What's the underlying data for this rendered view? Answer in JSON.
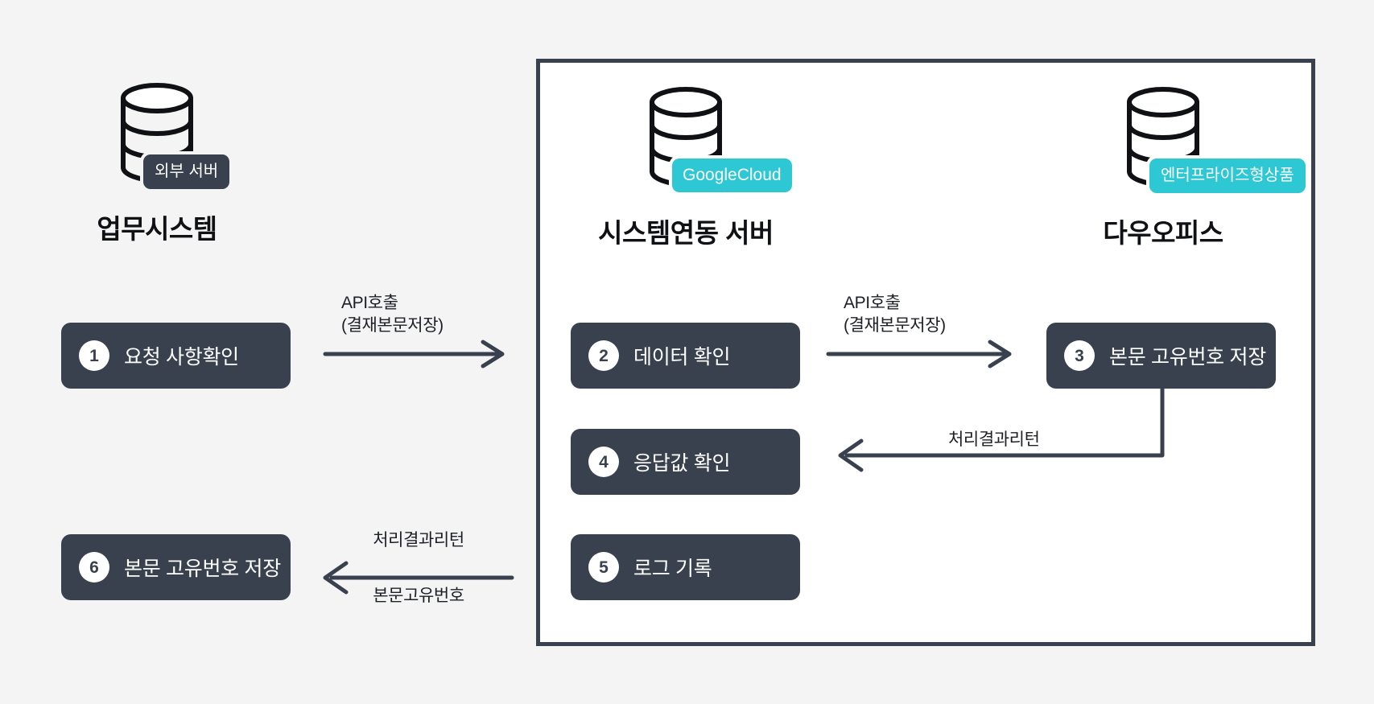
{
  "page": {
    "background_color": "#f4f4f4",
    "container_border_color": "#39414f",
    "container_fill": "#ffffff",
    "accent_cyan": "#2ec8d4",
    "pill_color": "#39414f"
  },
  "nodes": {
    "external": {
      "title": "업무시스템",
      "badge": "외부 서버",
      "badge_style": "dark",
      "icon": "database-cylinder-icon"
    },
    "integration": {
      "title": "시스템연동 서버",
      "badge": "GoogleCloud",
      "badge_style": "cyan",
      "icon": "database-cylinder-icon"
    },
    "daouoffice": {
      "title": "다우오피스",
      "badge": "엔터프라이즈형상품",
      "badge_style": "cyan",
      "icon": "database-cylinder-icon"
    }
  },
  "steps": [
    {
      "num": "1",
      "label": "요청 사항확인"
    },
    {
      "num": "2",
      "label": "데이터 확인"
    },
    {
      "num": "3",
      "label": "본문 고유번호 저장"
    },
    {
      "num": "4",
      "label": "응답값 확인"
    },
    {
      "num": "5",
      "label": "로그 기록"
    },
    {
      "num": "6",
      "label": "본문 고유번호 저장"
    }
  ],
  "connectors": {
    "api_call_left": {
      "line1": "API호출",
      "line2": "(결재본문저장)",
      "direction": "right"
    },
    "api_call_middle": {
      "line1": "API호출",
      "line2": "(결재본문저장)",
      "direction": "right"
    },
    "return_middle": {
      "line1": "처리결과리턴",
      "direction": "left"
    },
    "return_left": {
      "line1": "처리결과리턴",
      "line2": "본문고유번호",
      "direction": "left"
    }
  }
}
